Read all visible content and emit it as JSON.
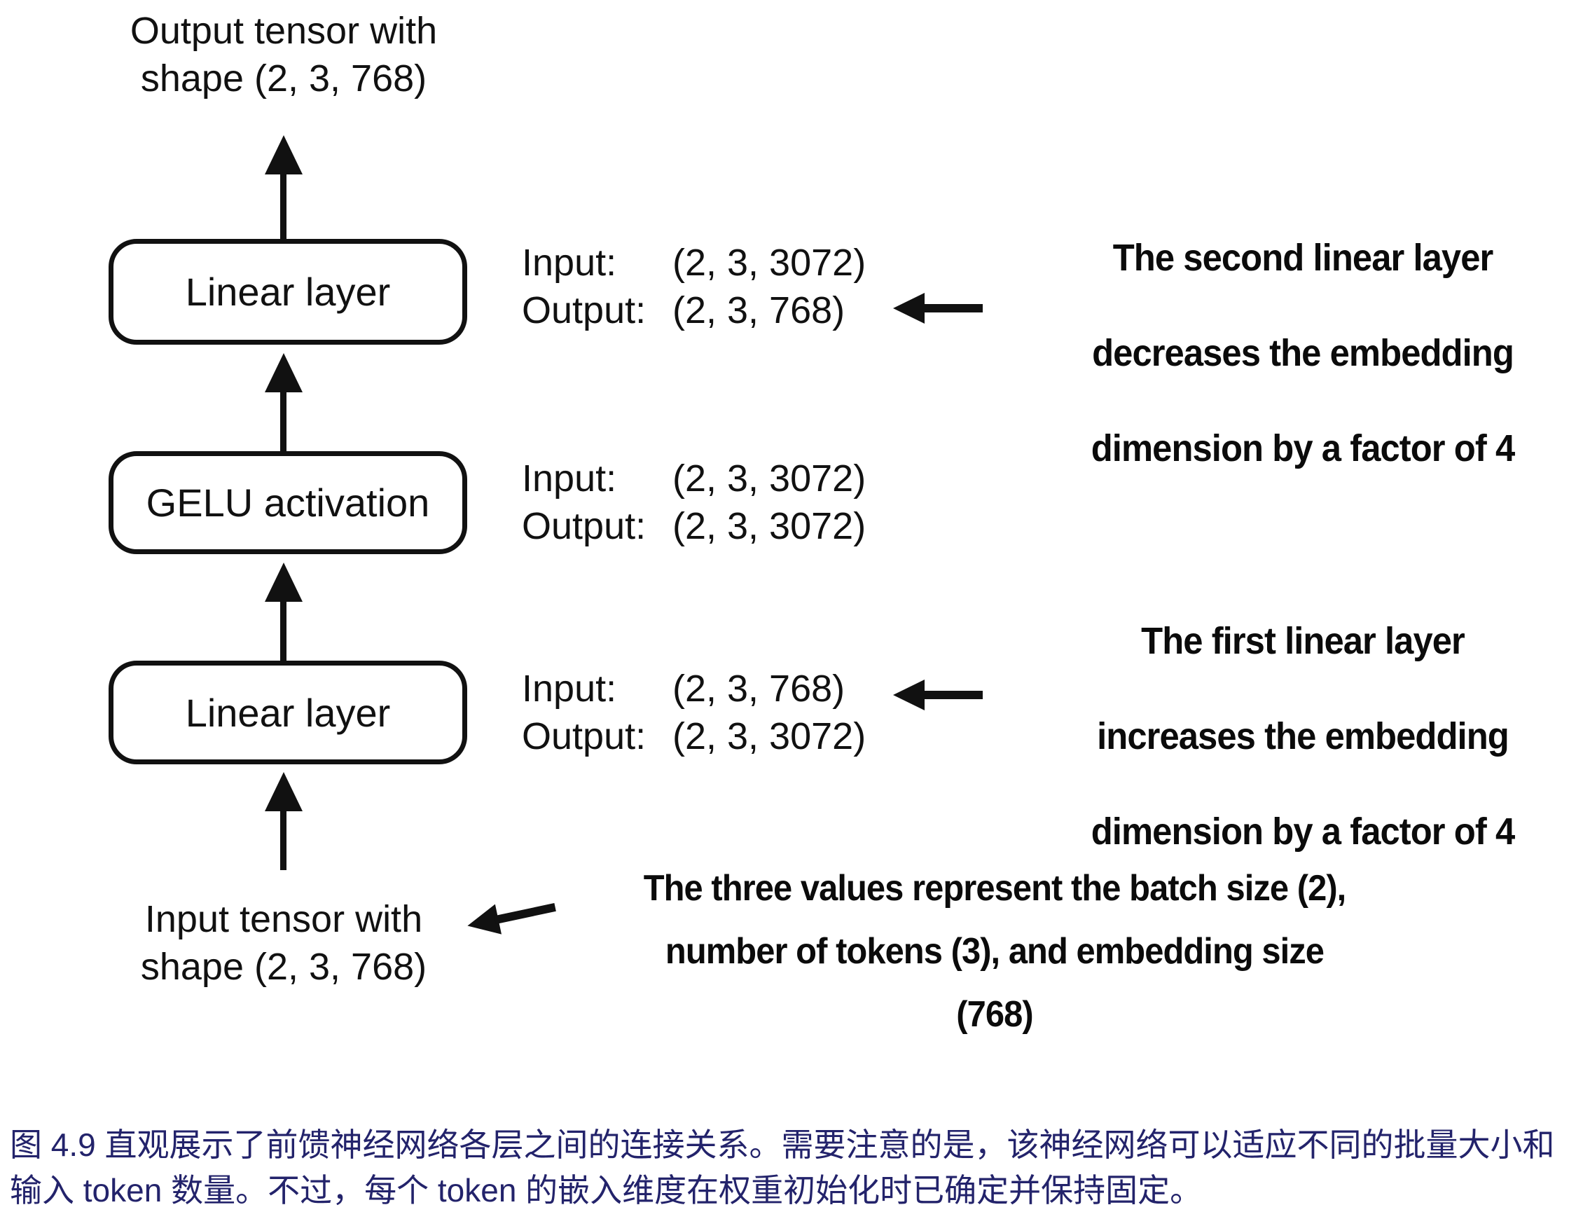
{
  "figure": {
    "output_tensor_label": "Output tensor with\nshape (2, 3, 768)",
    "input_tensor_label": "Input tensor with\nshape (2, 3, 768)",
    "io_field_labels": {
      "input": "Input:",
      "output": "Output:"
    },
    "layers": [
      {
        "label": "Linear layer",
        "input_shape": "(2, 3, 3072)",
        "output_shape": "(2, 3, 768)"
      },
      {
        "label": "GELU activation",
        "input_shape": "(2, 3, 3072)",
        "output_shape": "(2, 3, 3072)"
      },
      {
        "label": "Linear layer",
        "input_shape": "(2, 3, 768)",
        "output_shape": "(2, 3, 3072)"
      }
    ]
  },
  "annotations": {
    "second_linear_layer": "The second linear layer\ndecreases the embedding\ndimension by a factor of 4",
    "first_linear_layer": "The first linear layer\nincreases the embedding\ndimension by a factor of 4",
    "tensor_values_note": "The three values represent the batch size (2),\nnumber of tokens (3), and embedding size\n(768)"
  },
  "caption": {
    "text": "图 4.9 直观展示了前馈神经网络各层之间的连接关系。需要注意的是，该神经网络可以适应不同的批量大小和\n输入 token 数量。不过，每个 token 的嵌入维度在权重初始化时已确定并保持固定。"
  },
  "colors": {
    "ink": "#111111",
    "caption": "#23236b",
    "background": "#ffffff"
  }
}
